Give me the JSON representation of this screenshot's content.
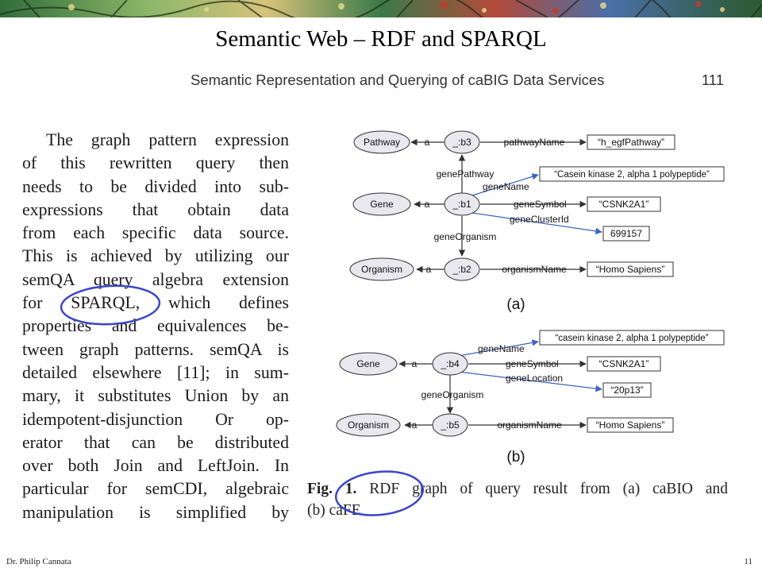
{
  "slide": {
    "title": "Semantic Web – RDF and SPARQL",
    "footer_author": "Dr. Philip Cannata",
    "page_number": "11"
  },
  "paper": {
    "running_head": "Semantic Representation and Querying of caBIG Data Services",
    "page_number": "111",
    "body_lines": [
      "The graph pattern expression",
      "of this rewritten query then",
      "needs to be divided into sub-",
      "expressions that obtain data",
      "from each specific data source.",
      "This is achieved by utilizing our",
      "semQA query algebra extension",
      "for SPARQL, which defines",
      "properties and equivalences be-",
      "tween graph patterns. semQA is",
      "detailed elsewhere [11]; in sum-",
      "mary, it substitutes Union by an",
      "idempotent-disjunction Or op-",
      "erator that can be distributed",
      "over both Join and LeftJoin. In",
      "particular for semCDI, algebraic",
      "manipulation is simplified by"
    ],
    "caption_fig": "Fig. 1.",
    "caption_rest": "RDF graph of query result from (a) caBIO and",
    "caption_line2": "(b) caFE"
  },
  "figure": {
    "a": {
      "label": "(a)",
      "nodes": {
        "pathway": "Pathway",
        "b3": "_:b3",
        "pathway_value": "“h_egfPathway”",
        "gene": "Gene",
        "b1": "_:b1",
        "gene_name_value": "“Casein kinase 2, alpha 1 polypeptide”",
        "gene_symbol_value": "“CSNK2A1”",
        "cluster_value": "699157",
        "organism": "Organism",
        "b2": "_:b2",
        "organism_value": "“Homo Sapiens”"
      },
      "edges": {
        "a1": "a",
        "a2": "a",
        "a3": "a",
        "pathwayName": "pathwayName",
        "genePathway": "genePathway",
        "geneName": "geneName",
        "geneSymbol": "geneSymbol",
        "geneClusterId": "geneClusterId",
        "geneOrganism": "geneOrganism",
        "organismName": "organismName"
      }
    },
    "b": {
      "label": "(b)",
      "nodes": {
        "gene": "Gene",
        "b4": "_:b4",
        "gene_name_value": "“casein kinase 2, alpha 1 polypeptide”",
        "gene_symbol_value": "“CSNK2A1”",
        "location_value": "“20p13”",
        "organism": "Organism",
        "b5": "_:b5",
        "organism_value": "“Homo Sapiens”"
      },
      "edges": {
        "a1": "a",
        "a2": "a",
        "geneName": "geneName",
        "geneSymbol": "geneSymbol",
        "geneLocation": "geneLocation",
        "geneOrganism": "geneOrganism",
        "organismName": "organismName"
      }
    }
  },
  "colors": {
    "highlight_circle": "#3b46c8",
    "node_fill": "#e8e8ee",
    "arrow_blue": "#3a64c4"
  }
}
